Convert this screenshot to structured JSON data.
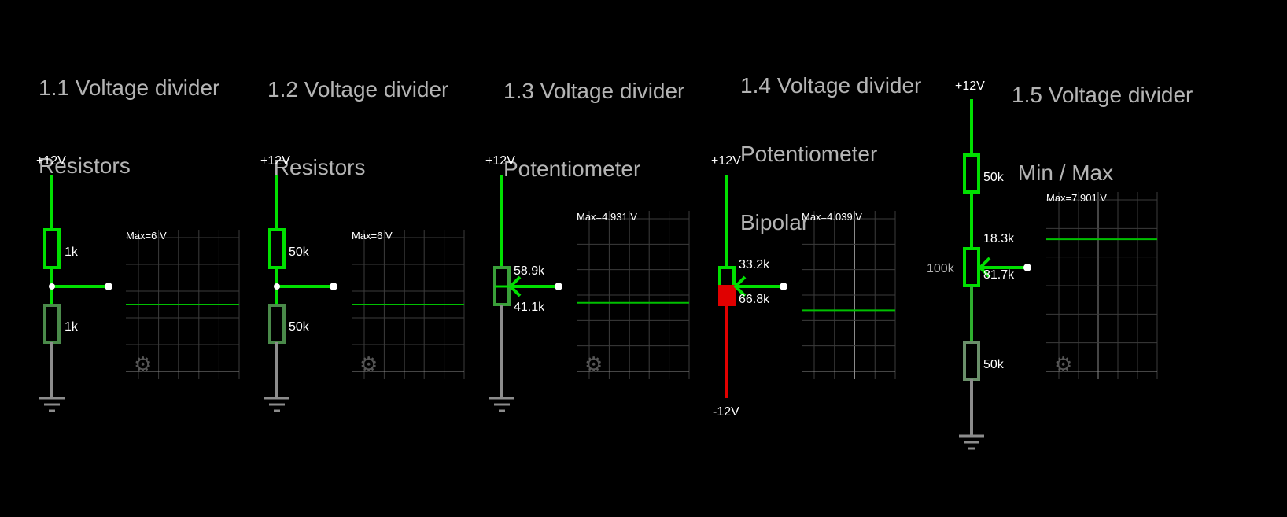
{
  "colors": {
    "background": "#000000",
    "wire_active": "#00e000",
    "wire_ground": "#8c8c8c",
    "wire_negative": "#e00000",
    "scope_grid": "#3c3c3c",
    "scope_trace": "#00c000",
    "title_text": "#b4b4b4",
    "label_text": "#ffffff"
  },
  "circuits": [
    {
      "title_line1": "1.1 Voltage divider",
      "title_line2": "Resistors",
      "supply_label": "+12V",
      "r_top_label": "1k",
      "r_bottom_label": "1k",
      "scope_max_label": "Max=6 V",
      "scope_level": 0.5,
      "settings_icon": "gear-icon"
    },
    {
      "title_line1": "1.2 Voltage divider",
      "title_line2": " Resistors",
      "supply_label": "+12V",
      "r_top_label": "50k",
      "r_bottom_label": "50k",
      "scope_max_label": "Max=6 V",
      "scope_level": 0.5,
      "settings_icon": "gear-icon"
    },
    {
      "title_line1": "1.3 Voltage divider",
      "title_line2": "Potentiometer",
      "supply_label": "+12V",
      "pot_top_label": "58.9k",
      "pot_bottom_label": "41.1k",
      "scope_max_label": "Max=4.931 V",
      "scope_level": 0.45,
      "settings_icon": "gear-icon"
    },
    {
      "title_line1": "1.4 Voltage divider",
      "title_line2": "Potentiometer",
      "title_line3": "Bipolar",
      "supply_label": "+12V",
      "negative_label": "-12V",
      "pot_top_label": "33.2k",
      "pot_bottom_label": "66.8k",
      "scope_max_label": "Max=4.039 V",
      "scope_level": 0.4
    },
    {
      "title_line1": "1.5 Voltage divider",
      "title_line2": " Min / Max",
      "supply_label": "+12V",
      "r_top_label": "50k",
      "pot_value_label": "100k",
      "pot_top_label": "18.3k",
      "pot_bottom_label": "81.7k",
      "r_bottom_label": "50k",
      "scope_max_label": "Max=7.901 V",
      "scope_level": 0.77,
      "settings_icon": "gear-icon"
    }
  ]
}
